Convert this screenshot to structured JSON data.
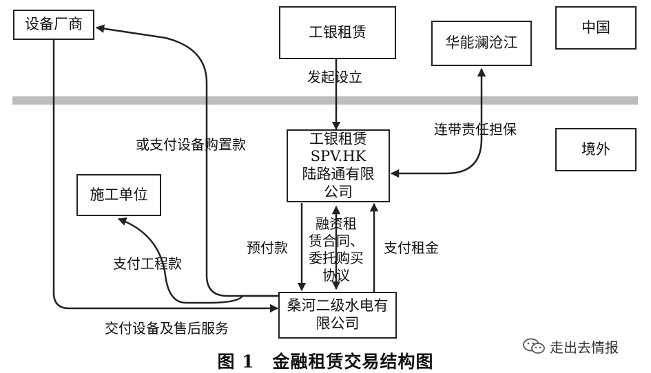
{
  "regions": {
    "domestic": "中国",
    "overseas": "境外"
  },
  "nodes": {
    "equipment_vendor": "设备厂商",
    "icbc_leasing": "工银租赁",
    "huaneng": "华能澜沧江",
    "spv": [
      "工银租赁",
      "SPV.HK",
      "陆路通有限",
      "公司"
    ],
    "contractor": "施工单位",
    "sanghe": [
      "桑河二级水电有",
      "限公司"
    ]
  },
  "edges": {
    "establish": "发起设立",
    "guarantee": "连带责任担保",
    "equipment_payment": "或支付设备购置款",
    "prepayment": "预付款",
    "contract": [
      "融资租",
      "赁合同、",
      "委托购买",
      "协议"
    ],
    "rent": "支付租金",
    "engineering_payment": "支付工程款",
    "delivery": "交付设备及售后服务"
  },
  "caption": "图 1　金融租赁交易结构图",
  "watermark": "走出去情报",
  "colors": {
    "line": "#222222",
    "border_band": "#bdbdbd"
  }
}
